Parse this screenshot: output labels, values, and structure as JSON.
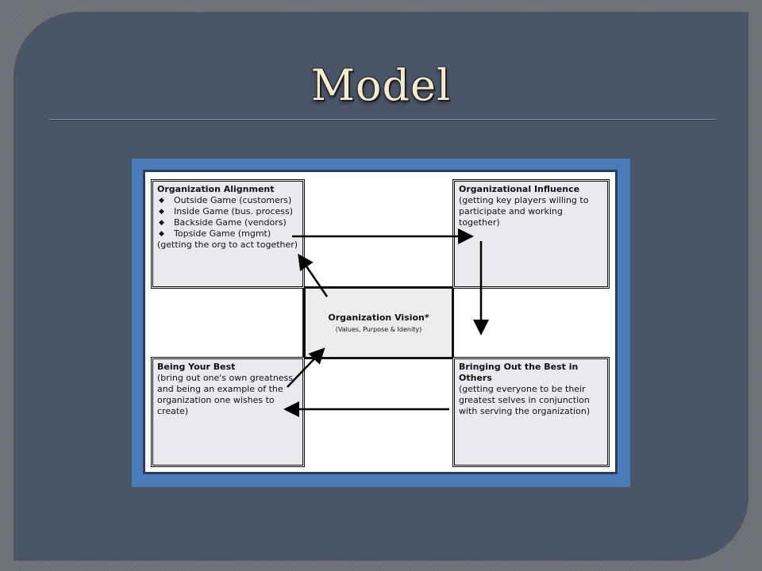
{
  "slide": {
    "title": "Model"
  },
  "diagram": {
    "top_left": {
      "title": "Organization Alignment",
      "bullets": [
        "Outside Game (customers)",
        "Inside Game (bus. process)",
        "Backside Game (vendors)",
        "Topside Game (mgmt)"
      ],
      "note": "(getting the org to act together)"
    },
    "top_right": {
      "title": "Organizational Influence",
      "body": "(getting key players willing to participate and working together)"
    },
    "center": {
      "title": "Organization Vision*",
      "subtitle": "(Values, Purpose & Idenity)"
    },
    "bottom_left": {
      "title": "Being Your Best",
      "body": "(bring out one's own greatness, and being an example of the organization one wishes to create)"
    },
    "bottom_right": {
      "title": "Bringing Out the Best in Others",
      "body": "(getting everyone to be their greatest selves in conjunction with serving the organization)"
    },
    "bullet_glyph": "◆",
    "colors": {
      "slide_panel": "#4a5568",
      "title_text": "#f3ead2",
      "frame_blue": "#4a7cbc",
      "box_fill": "#e8eaee"
    }
  }
}
